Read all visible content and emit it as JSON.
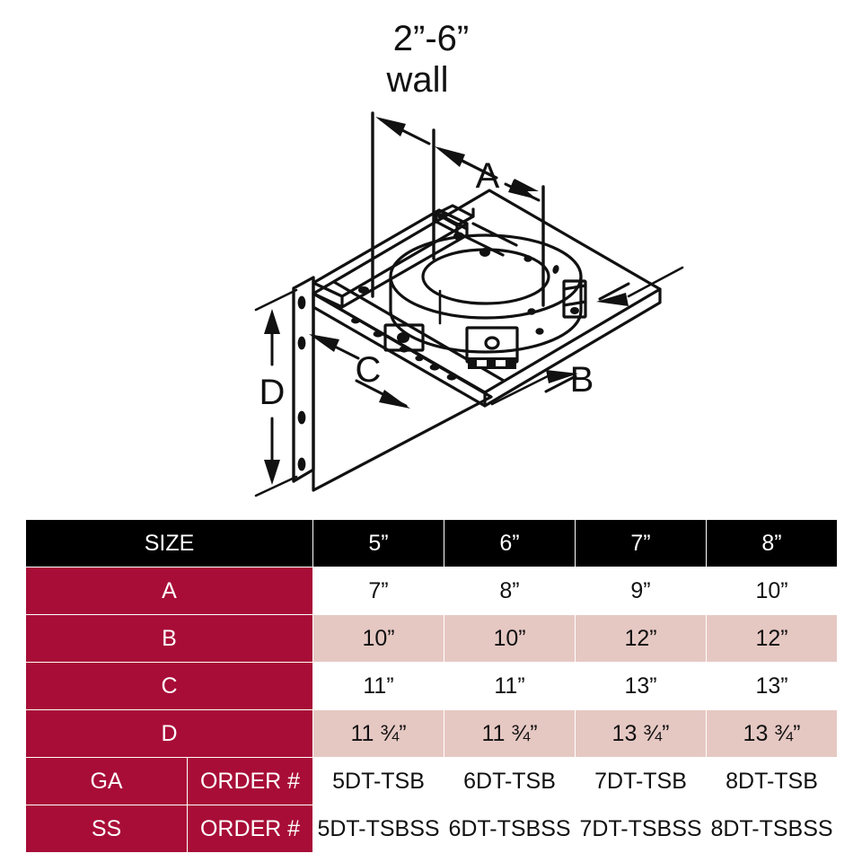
{
  "diagram": {
    "title_note": "2”-6”\nwall",
    "note_line1": "2”-6”",
    "note_line2": "wall",
    "dimension_labels": {
      "a": "A",
      "b": "B",
      "c": "C",
      "d": "D"
    },
    "description": "Isometric line drawing of a tee support bracket: square base plate with circular collar band, angled gusset brace, and vertical wall mounting plate with bolt holes"
  },
  "table": {
    "size_header_label": "SIZE",
    "sizes": [
      "5”",
      "6”",
      "7”",
      "8”"
    ],
    "rows": [
      {
        "label": "A",
        "values": [
          "7”",
          "8”",
          "9”",
          "10”"
        ],
        "shade": "white"
      },
      {
        "label": "B",
        "values": [
          "10”",
          "10”",
          "12”",
          "12”"
        ],
        "shade": "pink"
      },
      {
        "label": "C",
        "values": [
          "11”",
          "11”",
          "13”",
          "13”"
        ],
        "shade": "white"
      },
      {
        "label": "D",
        "values": [
          "11 ¾”",
          "11 ¾”",
          "13 ¾”",
          "13 ¾”"
        ],
        "shade": "pink"
      }
    ],
    "order_rows": [
      {
        "material": "GA",
        "order_label": "ORDER #",
        "values": [
          "5DT-TSB",
          "6DT-TSB",
          "7DT-TSB",
          "8DT-TSB"
        ]
      },
      {
        "material": "SS",
        "order_label": "ORDER #",
        "values": [
          "5DT-TSBSS",
          "6DT-TSBSS",
          "7DT-TSBSS",
          "8DT-TSBSS"
        ]
      }
    ]
  },
  "colors": {
    "header_black": "#000000",
    "label_crimson": "#A80D37",
    "row_pink": "#E6C8C3",
    "row_white": "#FFFFFF",
    "line_black": "#111111"
  }
}
